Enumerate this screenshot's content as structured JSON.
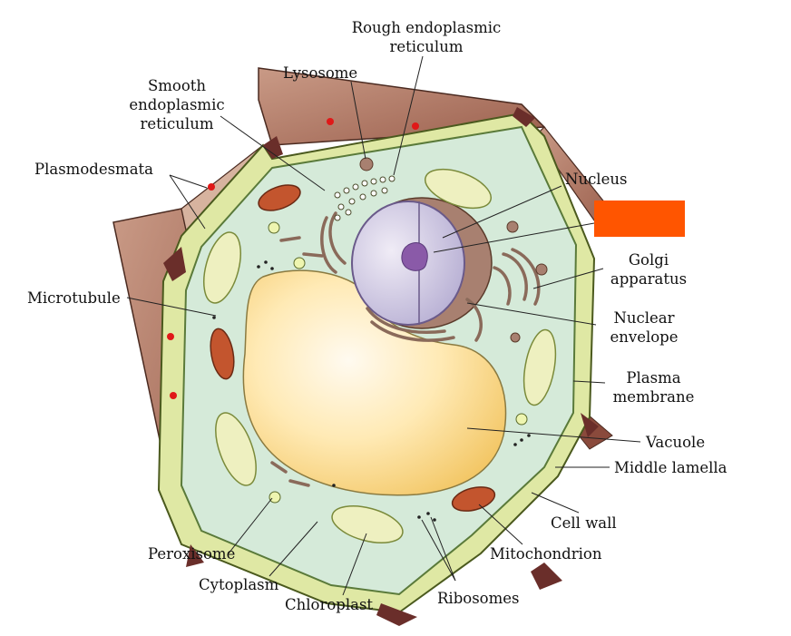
{
  "labels": {
    "rough_er_1": "Rough endoplasmic",
    "rough_er_2": "reticulum",
    "lysosome": "Lysosome",
    "smooth_er_1": "Smooth",
    "smooth_er_2": "endoplasmic",
    "smooth_er_3": "reticulum",
    "plasmodesmata": "Plasmodesmata",
    "nucleus": "Nucleus",
    "golgi_1": "Golgi",
    "golgi_2": "apparatus",
    "microtubule": "Microtubule",
    "nuclear_env_1": "Nuclear",
    "nuclear_env_2": "envelope",
    "plasma_mem_1": "Plasma",
    "plasma_mem_2": "membrane",
    "vacuole": "Vacuole",
    "middle_lamella": "Middle lamella",
    "cell_wall": "Cell wall",
    "peroxisome": "Peroxisome",
    "mitochondrion": "Mitochondrion",
    "cytoplasm": "Cytoplasm",
    "chloroplast": "Chloroplast",
    "ribosomes": "Ribosomes"
  },
  "colors": {
    "cell_wall_fill": "#dfe8a4",
    "wall_outline": "#4b5a1e",
    "cytoplasm": "#d5ead9",
    "vacuole": "#ffe6a3",
    "nucleus": "#a88070",
    "nucleus_inner": "#d9d5ea",
    "nucleolus": "#8a5aa8",
    "neighbor_cell": "#b07b68",
    "lamella": "#6a2e2a",
    "mitochondrion": "#c3552e",
    "plasmodesmata_dot": "#e01818",
    "hidden_label_box": "#ff5500"
  }
}
